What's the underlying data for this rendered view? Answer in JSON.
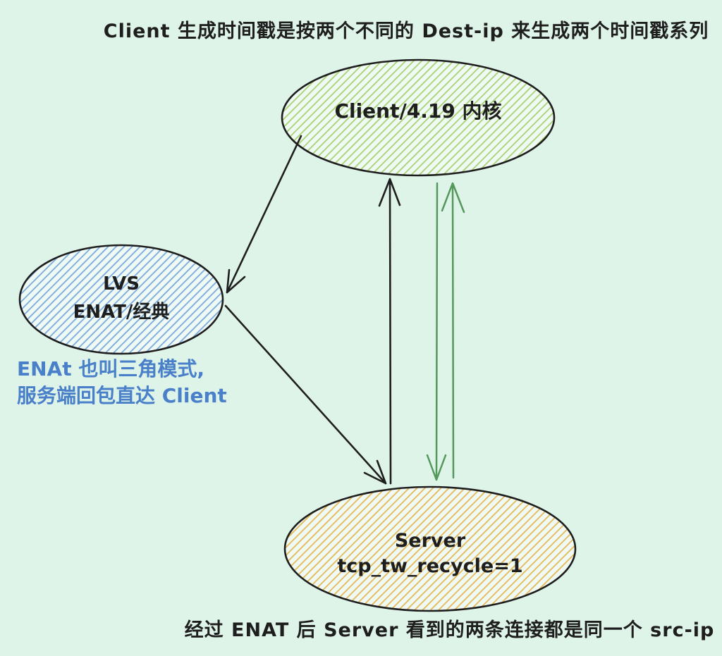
{
  "canvas": {
    "background_color": "#dff4e9"
  },
  "colors": {
    "ink": "#1e1e1e",
    "green_arrow": "#55985b",
    "blue_note_text": "#4a80c9"
  },
  "captions": {
    "top": "Client 生成时间戳是按两个不同的 Dest-ip 来生成两个时间戳系列",
    "bottom": "经过 ENAT 后 Server 看到的两条连接都是同一个 src-ip"
  },
  "notes": {
    "lvs_note_line1": "ENAt 也叫三角模式,",
    "lvs_note_line2": "服务端回包直达 Client"
  },
  "nodes": {
    "client": {
      "label": "Client/4.19 内核",
      "hatch_color": "#a5d06b",
      "shape": "ellipse"
    },
    "lvs": {
      "label_line1": "LVS",
      "label_line2": "ENAT/经典",
      "hatch_color": "#74a5dc",
      "shape": "ellipse"
    },
    "server": {
      "label_line1": "Server",
      "label_line2": "tcp_tw_recycle=1",
      "hatch_color": "#e6b44f",
      "shape": "ellipse"
    }
  },
  "arrows": [
    {
      "name": "client-to-lvs",
      "from": "client",
      "to": "lvs",
      "color": "#1e1e1e"
    },
    {
      "name": "lvs-to-server",
      "from": "lvs",
      "to": "server",
      "color": "#1e1e1e"
    },
    {
      "name": "server-to-client-black",
      "from": "server",
      "to": "client",
      "color": "#1e1e1e"
    },
    {
      "name": "client-to-server-green",
      "from": "client",
      "to": "server",
      "color": "#55985b"
    },
    {
      "name": "server-to-client-green",
      "from": "server",
      "to": "client",
      "color": "#55985b"
    }
  ]
}
